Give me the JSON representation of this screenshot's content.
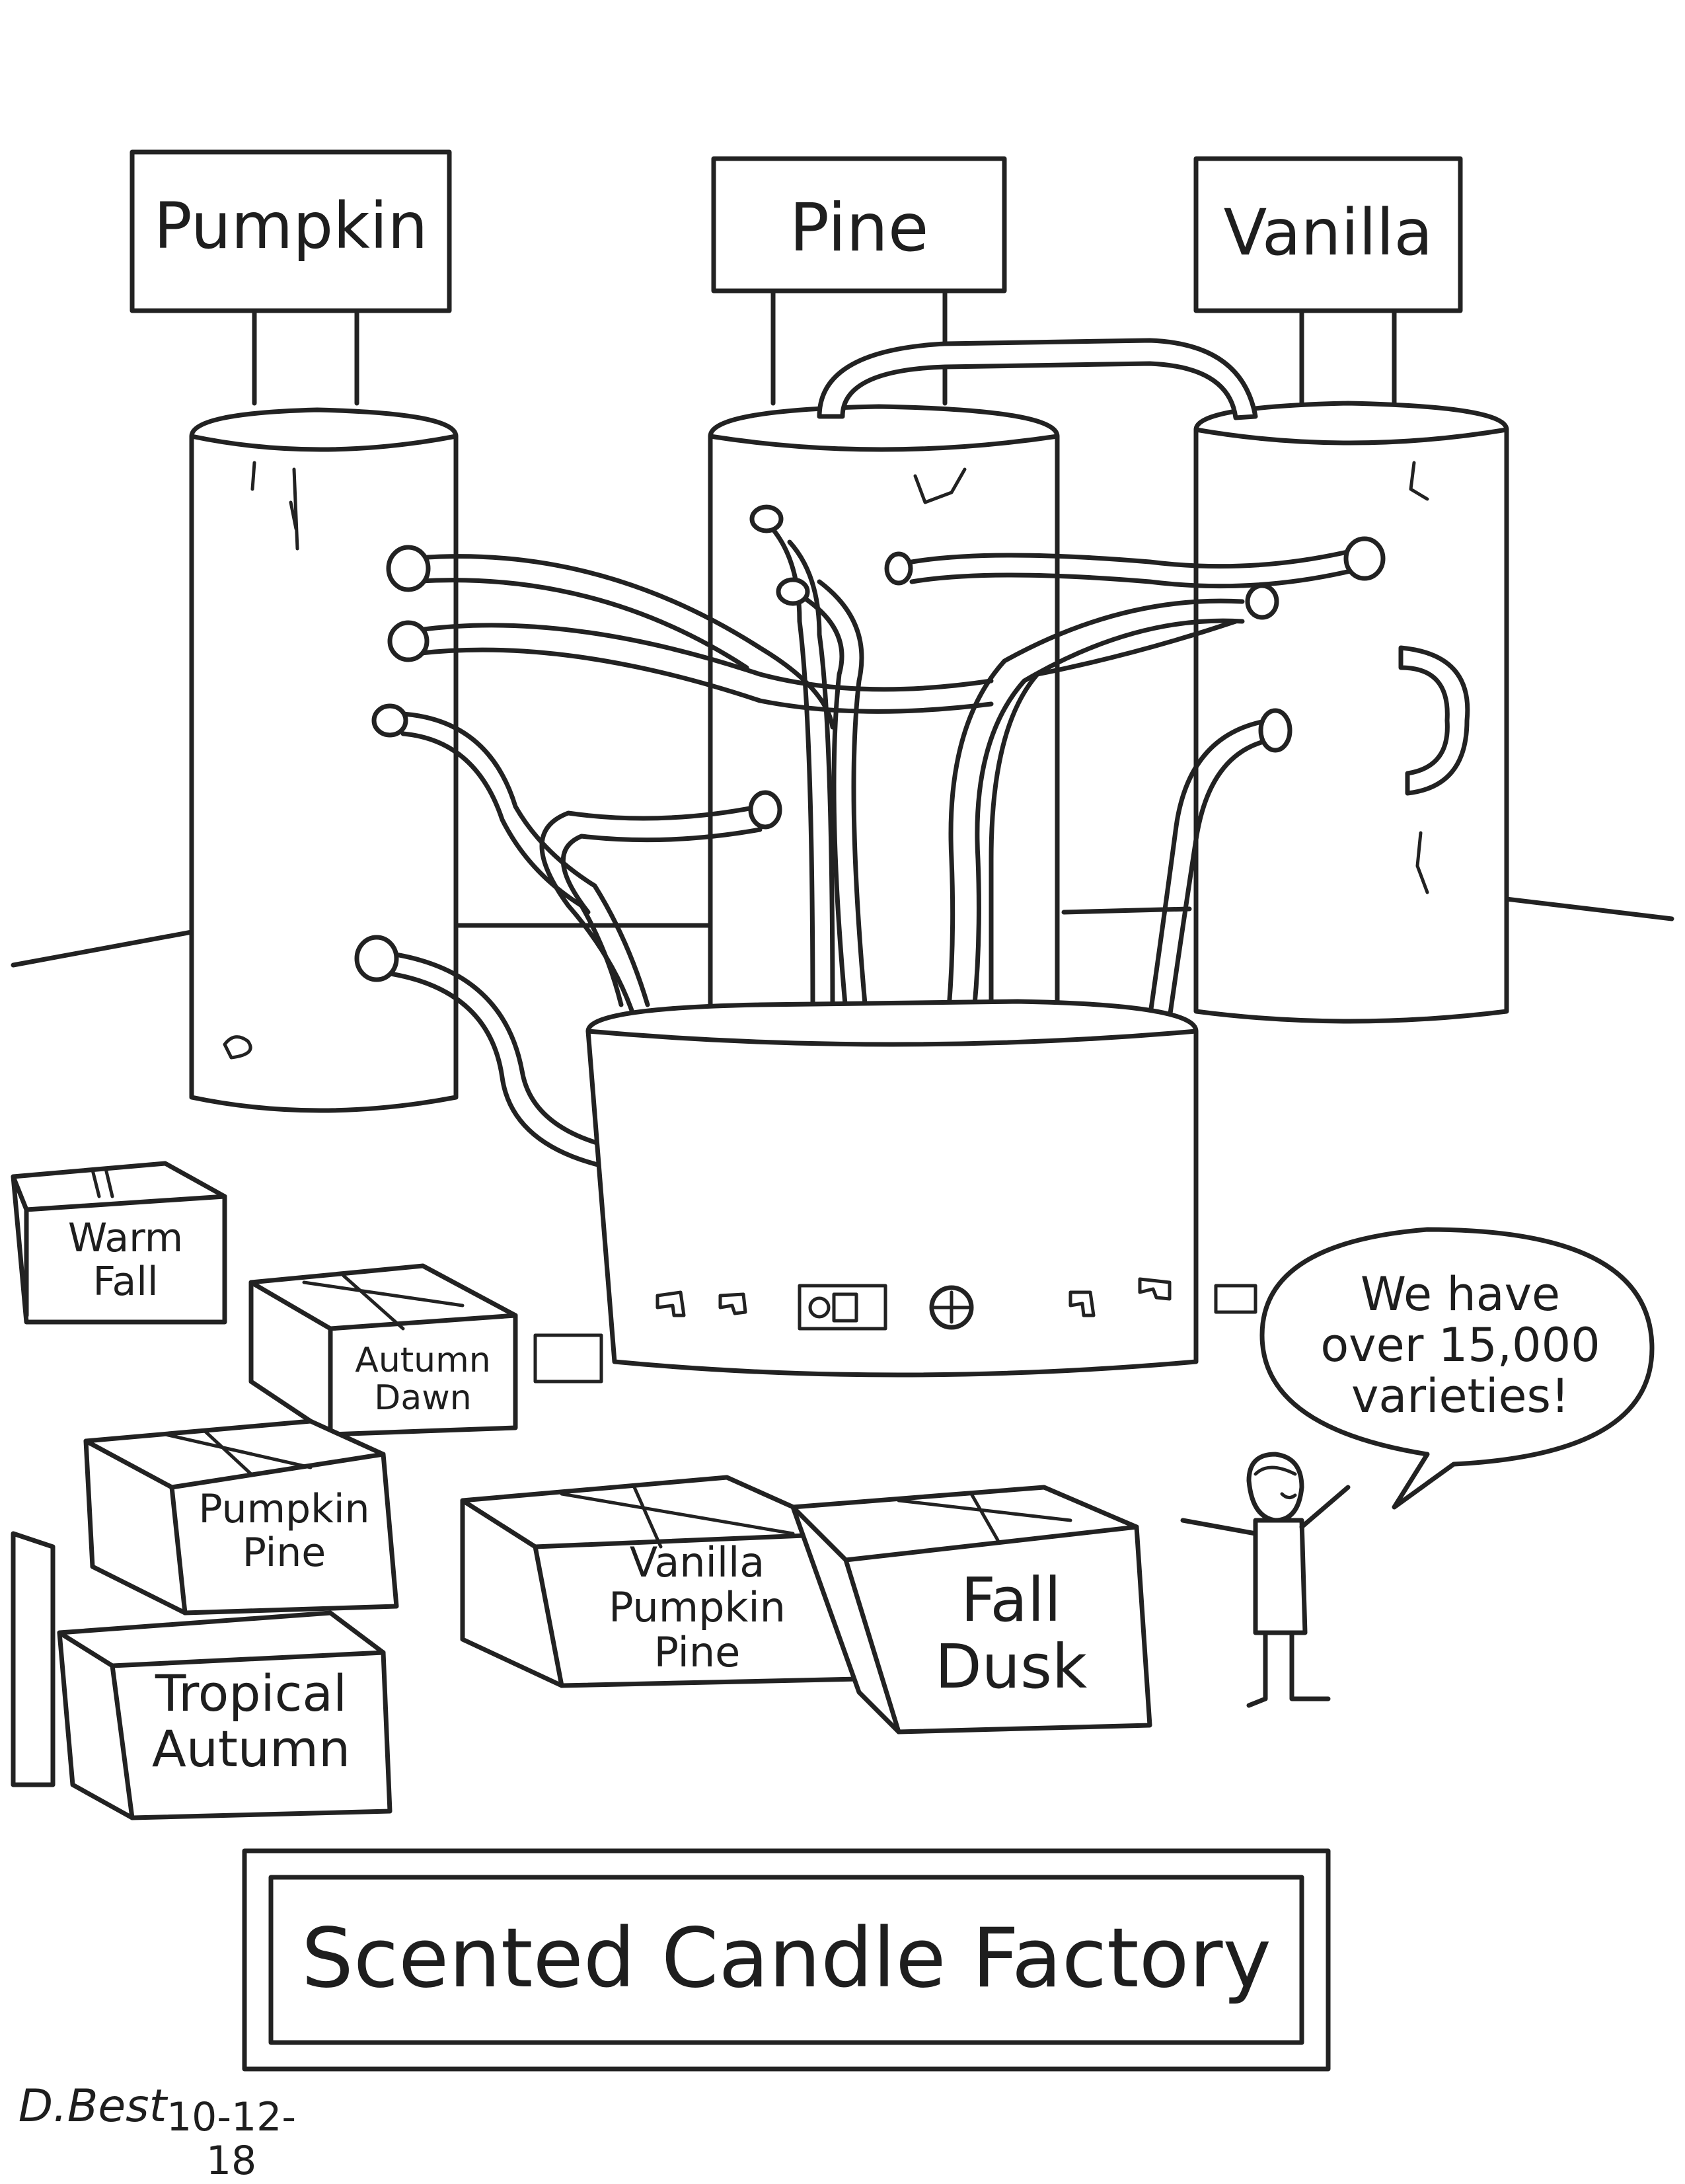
{
  "tanks": {
    "left_label": "Pumpkin",
    "center_label": "Pine",
    "right_label": "Vanilla"
  },
  "boxes": [
    {
      "label": "Warm\nFall"
    },
    {
      "label": "Autumn\nDawn"
    },
    {
      "label": "Pumpkin\nPine"
    },
    {
      "label": "Tropical\nAutumn"
    },
    {
      "label": "Vanilla\nPumpkin\nPine"
    },
    {
      "label": "Fall\nDusk"
    }
  ],
  "speech_bubble": {
    "text": "We have\nover 15,000\nvarieties!"
  },
  "sign": {
    "title": "Scented Candle Factory"
  },
  "signature": {
    "name": "D.Best",
    "date": "10-12-18"
  }
}
